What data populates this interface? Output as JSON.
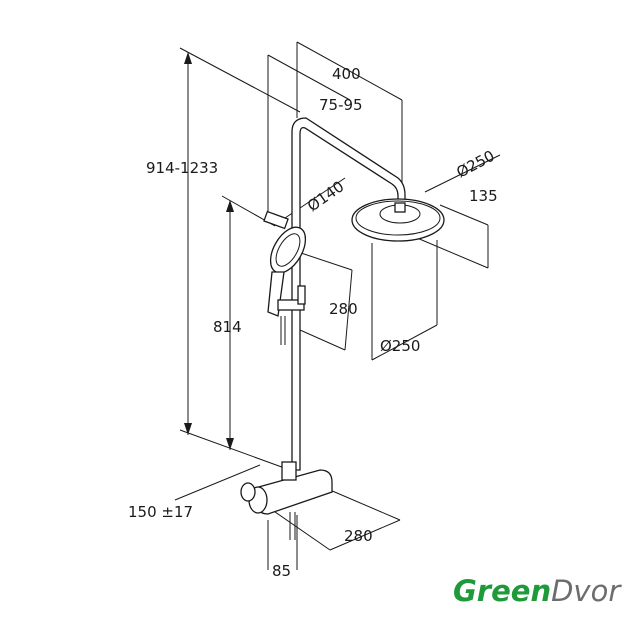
{
  "dimensions": {
    "arm_length": "400",
    "arm_offset": "75-95",
    "total_height": "914-1233",
    "head_diameter_top": "Ø250",
    "head_height": "135",
    "hand_diameter": "Ø140",
    "hand_height": "280",
    "slide_height": "814",
    "head_diameter_bottom": "Ø250",
    "wall_distance": "150 ±17",
    "thermostat_width": "280",
    "thermostat_depth": "85"
  },
  "logo": {
    "part1": "Green",
    "part2": "Dvor",
    "color1": "#1e9a3a",
    "color2": "#6d6d6d"
  }
}
